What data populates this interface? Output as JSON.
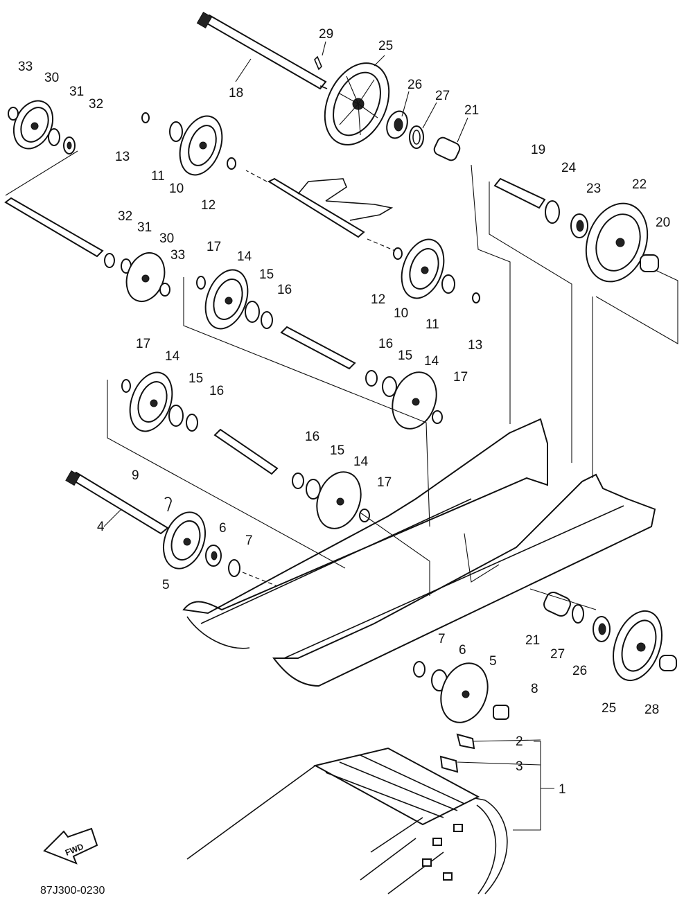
{
  "diagram": {
    "drawing_code": "87J300-0230",
    "fwd_label": "FWD",
    "callouts": [
      {
        "id": "c29",
        "text": "29"
      },
      {
        "id": "c25a",
        "text": "25"
      },
      {
        "id": "c18",
        "text": "18"
      },
      {
        "id": "c26a",
        "text": "26"
      },
      {
        "id": "c27a",
        "text": "27"
      },
      {
        "id": "c21a",
        "text": "21"
      },
      {
        "id": "c33a",
        "text": "33"
      },
      {
        "id": "c30a",
        "text": "30"
      },
      {
        "id": "c31a",
        "text": "31"
      },
      {
        "id": "c32a",
        "text": "32"
      },
      {
        "id": "c13a",
        "text": "13"
      },
      {
        "id": "c11a",
        "text": "11"
      },
      {
        "id": "c10a",
        "text": "10"
      },
      {
        "id": "c12a",
        "text": "12"
      },
      {
        "id": "c19",
        "text": "19"
      },
      {
        "id": "c24",
        "text": "24"
      },
      {
        "id": "c23",
        "text": "23"
      },
      {
        "id": "c22",
        "text": "22"
      },
      {
        "id": "c20",
        "text": "20"
      },
      {
        "id": "c32b",
        "text": "32"
      },
      {
        "id": "c31b",
        "text": "31"
      },
      {
        "id": "c30b",
        "text": "30"
      },
      {
        "id": "c33b",
        "text": "33"
      },
      {
        "id": "c17a",
        "text": "17"
      },
      {
        "id": "c14a",
        "text": "14"
      },
      {
        "id": "c15a",
        "text": "15"
      },
      {
        "id": "c16a",
        "text": "16"
      },
      {
        "id": "c12b",
        "text": "12"
      },
      {
        "id": "c10b",
        "text": "10"
      },
      {
        "id": "c11b",
        "text": "11"
      },
      {
        "id": "c13b",
        "text": "13"
      },
      {
        "id": "c17b",
        "text": "17"
      },
      {
        "id": "c14b",
        "text": "14"
      },
      {
        "id": "c15b",
        "text": "15"
      },
      {
        "id": "c16b",
        "text": "16"
      },
      {
        "id": "c16c",
        "text": "16"
      },
      {
        "id": "c15c",
        "text": "15"
      },
      {
        "id": "c14c",
        "text": "14"
      },
      {
        "id": "c17c",
        "text": "17"
      },
      {
        "id": "c16d",
        "text": "16"
      },
      {
        "id": "c15d",
        "text": "15"
      },
      {
        "id": "c14d",
        "text": "14"
      },
      {
        "id": "c17d",
        "text": "17"
      },
      {
        "id": "c9",
        "text": "9"
      },
      {
        "id": "c4",
        "text": "4"
      },
      {
        "id": "c6a",
        "text": "6"
      },
      {
        "id": "c7a",
        "text": "7"
      },
      {
        "id": "c5a",
        "text": "5"
      },
      {
        "id": "c21b",
        "text": "21"
      },
      {
        "id": "c27b",
        "text": "27"
      },
      {
        "id": "c26b",
        "text": "26"
      },
      {
        "id": "c25b",
        "text": "25"
      },
      {
        "id": "c28",
        "text": "28"
      },
      {
        "id": "c7b",
        "text": "7"
      },
      {
        "id": "c6b",
        "text": "6"
      },
      {
        "id": "c5b",
        "text": "5"
      },
      {
        "id": "c8",
        "text": "8"
      },
      {
        "id": "c2",
        "text": "2"
      },
      {
        "id": "c3",
        "text": "3"
      },
      {
        "id": "c1",
        "text": "1"
      }
    ]
  }
}
